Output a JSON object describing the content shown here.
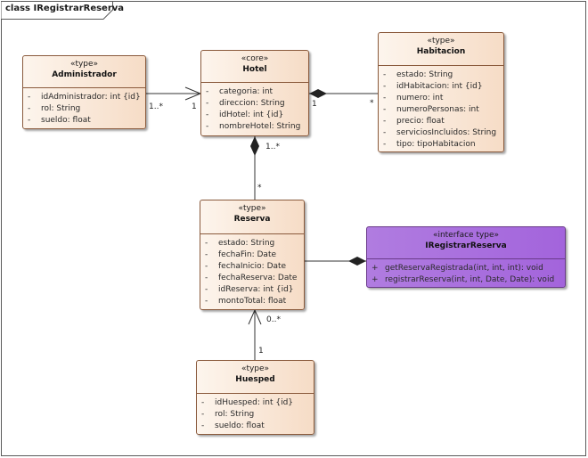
{
  "frame": {
    "title": "class IRegistrarReserva"
  },
  "classes": {
    "administrador": {
      "stereotype": "«type»",
      "name": "Administrador",
      "attributes": [
        {
          "vis": "-",
          "text": "idAdministrador: int {id}"
        },
        {
          "vis": "-",
          "text": "rol: String"
        },
        {
          "vis": "-",
          "text": "sueldo: float"
        }
      ]
    },
    "hotel": {
      "stereotype": "«core»",
      "name": "Hotel",
      "attributes": [
        {
          "vis": "-",
          "text": "categoria: int"
        },
        {
          "vis": "-",
          "text": "direccion: String"
        },
        {
          "vis": "-",
          "text": "idHotel: int {id}"
        },
        {
          "vis": "-",
          "text": "nombreHotel: String"
        }
      ]
    },
    "habitacion": {
      "stereotype": "«type»",
      "name": "Habitacion",
      "attributes": [
        {
          "vis": "-",
          "text": "estado: String"
        },
        {
          "vis": "-",
          "text": "idHabitacion: int {id}"
        },
        {
          "vis": "-",
          "text": "numero: int"
        },
        {
          "vis": "-",
          "text": "numeroPersonas: int"
        },
        {
          "vis": "-",
          "text": "precio: float"
        },
        {
          "vis": "-",
          "text": "serviciosIncluidos: String"
        },
        {
          "vis": "-",
          "text": "tipo: tipoHabitacion"
        }
      ]
    },
    "reserva": {
      "stereotype": "«type»",
      "name": "Reserva",
      "attributes": [
        {
          "vis": "-",
          "text": "estado: String"
        },
        {
          "vis": "-",
          "text": "fechaFin: Date"
        },
        {
          "vis": "-",
          "text": "fechaInicio: Date"
        },
        {
          "vis": "-",
          "text": "fechaReserva: Date"
        },
        {
          "vis": "-",
          "text": "idReserva: int {id}"
        },
        {
          "vis": "-",
          "text": "montoTotal: float"
        }
      ]
    },
    "iregistrarreserva": {
      "stereotype": "«interface type»",
      "name": "IRegistrarReserva",
      "attributes": [
        {
          "vis": "+",
          "text": "getReservaRegistrada(int, int, int): void"
        },
        {
          "vis": "+",
          "text": "registrarReserva(int, int, Date, Date): void"
        }
      ]
    },
    "huesped": {
      "stereotype": "«type»",
      "name": "Huesped",
      "attributes": [
        {
          "vis": "-",
          "text": "idHuesped: int {id}"
        },
        {
          "vis": "-",
          "text": "rol: String"
        },
        {
          "vis": "-",
          "text": "sueldo: float"
        }
      ]
    }
  },
  "multiplicities": {
    "admin_hotel_source": "1..*",
    "admin_hotel_target": "1",
    "hotel_habitacion_hotel": "1",
    "hotel_habitacion_habitacion": "*",
    "hotel_reserva_hotel": "1..*",
    "hotel_reserva_reserva": "*",
    "huesped_reserva_reserva": "0..*",
    "huesped_reserva_huesped": "1"
  }
}
